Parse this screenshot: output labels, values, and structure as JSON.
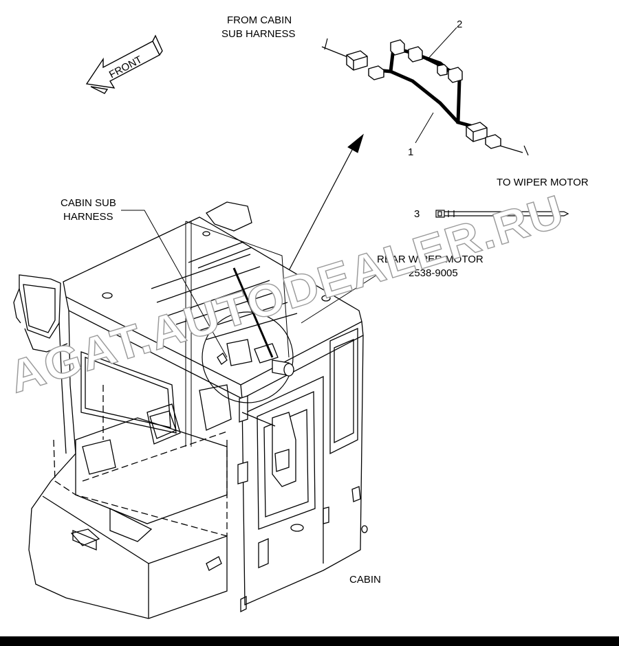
{
  "labels": {
    "from_cabin": [
      "FROM CABIN",
      "SUB HARNESS"
    ],
    "to_wiper_motor": "TO WIPER MOTOR",
    "cabin_sub_harness": [
      "CABIN SUB",
      "HARNESS"
    ],
    "rear_wiper_motor": [
      "REAR WIPER MOTOR",
      "2538-9005"
    ],
    "cabin": "CABIN",
    "front": "FRONT"
  },
  "callouts": {
    "item_1": "1",
    "item_2": "2",
    "item_3": "3"
  },
  "watermark": "AGAT.AUTODEALER.RU",
  "colors": {
    "line": "#000000",
    "background": "#ffffff",
    "watermark_outline": "#9a9a9a"
  }
}
